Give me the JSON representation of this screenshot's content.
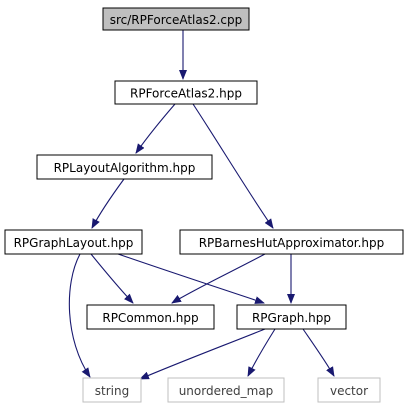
{
  "colors": {
    "edge": "#191970",
    "root_fill": "#bfbfbf",
    "node_fill": "#ffffff",
    "node_border": "#000000",
    "external_border": "#bfbfbf",
    "text": "#000000",
    "external_text": "#3f3f3f"
  },
  "nodes": {
    "root": {
      "label": "src/RPForceAtlas2.cpp",
      "kind": "root"
    },
    "forceatlas_hpp": {
      "label": "RPForceAtlas2.hpp",
      "kind": "file"
    },
    "layout_algorithm": {
      "label": "RPLayoutAlgorithm.hpp",
      "kind": "file"
    },
    "graph_layout": {
      "label": "RPGraphLayout.hpp",
      "kind": "file"
    },
    "barnes_hut": {
      "label": "RPBarnesHutApproximator.hpp",
      "kind": "file"
    },
    "common": {
      "label": "RPCommon.hpp",
      "kind": "file"
    },
    "graph": {
      "label": "RPGraph.hpp",
      "kind": "file"
    },
    "string": {
      "label": "string",
      "kind": "external"
    },
    "unordered_map": {
      "label": "unordered_map",
      "kind": "external"
    },
    "vector": {
      "label": "vector",
      "kind": "external"
    }
  },
  "edges": [
    {
      "from": "root",
      "to": "forceatlas_hpp"
    },
    {
      "from": "forceatlas_hpp",
      "to": "layout_algorithm"
    },
    {
      "from": "forceatlas_hpp",
      "to": "barnes_hut"
    },
    {
      "from": "layout_algorithm",
      "to": "graph_layout"
    },
    {
      "from": "graph_layout",
      "to": "string"
    },
    {
      "from": "graph_layout",
      "to": "common"
    },
    {
      "from": "graph_layout",
      "to": "graph"
    },
    {
      "from": "barnes_hut",
      "to": "common"
    },
    {
      "from": "barnes_hut",
      "to": "graph"
    },
    {
      "from": "graph",
      "to": "string"
    },
    {
      "from": "graph",
      "to": "unordered_map"
    },
    {
      "from": "graph",
      "to": "vector"
    }
  ]
}
